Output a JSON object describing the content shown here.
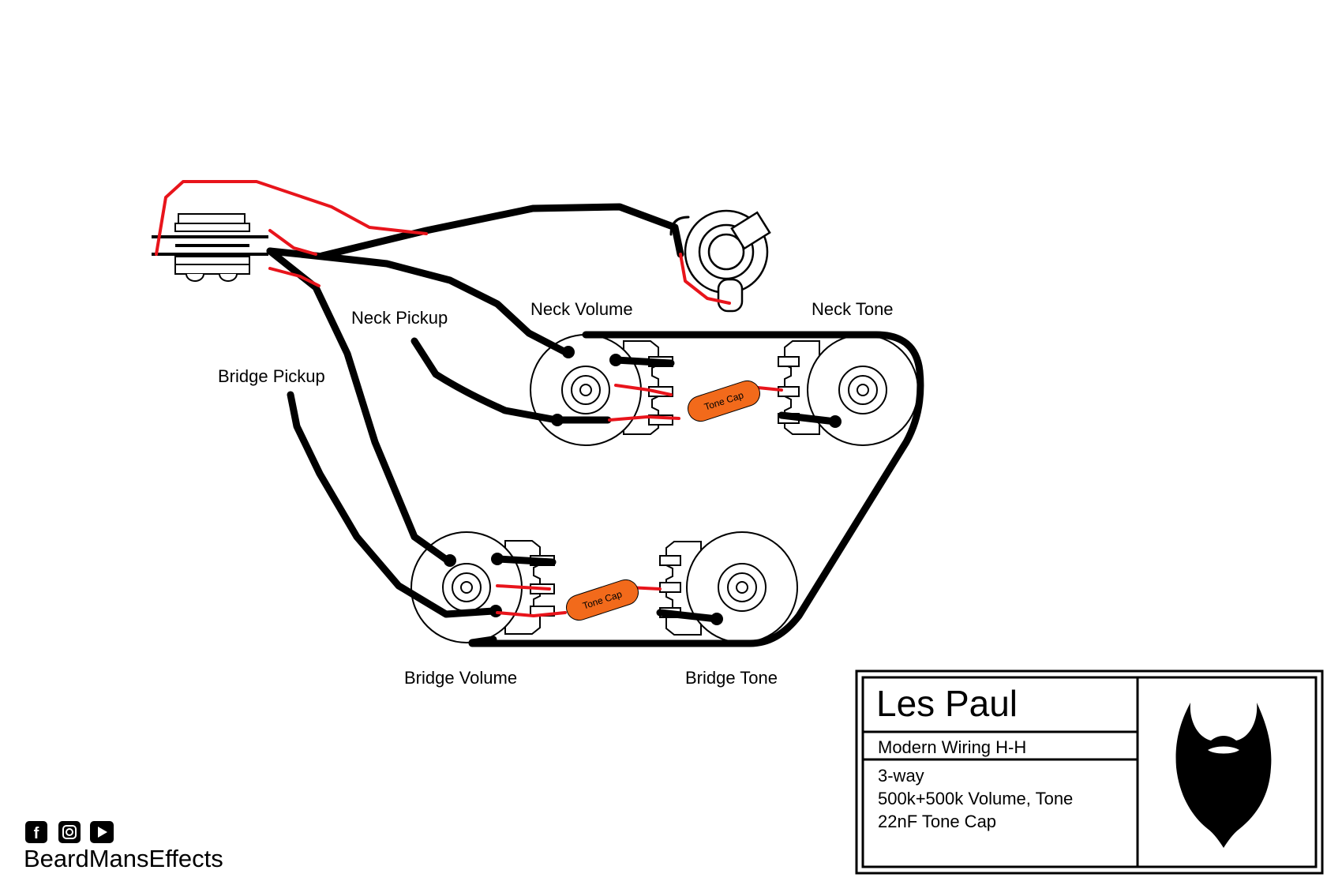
{
  "labels": {
    "neck_pickup": "Neck Pickup",
    "bridge_pickup": "Bridge Pickup",
    "neck_volume": "Neck Volume",
    "neck_tone": "Neck Tone",
    "bridge_volume": "Bridge Volume",
    "bridge_tone": "Bridge Tone"
  },
  "capacitors": {
    "neck": "Tone Cap",
    "bridge": "Tone Cap"
  },
  "title_block": {
    "title": "Les Paul",
    "subtitle": "Modern Wiring H-H",
    "specs": [
      "3-way",
      "500k+500k Volume, Tone",
      "22nF Tone Cap"
    ]
  },
  "brand": {
    "name": "BeardMansEffects",
    "icons": [
      "facebook-icon",
      "instagram-icon",
      "youtube-icon"
    ]
  },
  "colors": {
    "wire_hot": "#e8141b",
    "wire_ground": "#000000",
    "capacitor": "#f26a1b"
  }
}
